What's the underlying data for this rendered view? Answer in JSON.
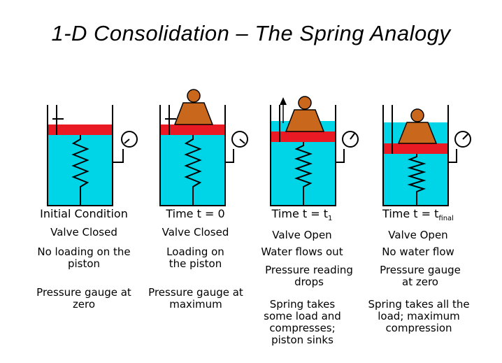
{
  "title": "1-D Consolidation – The Spring Analogy",
  "colors": {
    "water": "#00d5e8",
    "piston": "#ea1a24",
    "weight": "#c9681d",
    "outline": "#000000"
  },
  "panels": [
    {
      "heading": "Initial Condition",
      "valve": "Valve Closed",
      "loading": "No loading on the piston",
      "gauge": "Pressure gauge at zero",
      "spring": ""
    },
    {
      "heading": "Time t = 0",
      "valve": "Valve Closed",
      "loading": "Loading on the piston",
      "gauge": "Pressure gauge at maximum",
      "spring": ""
    },
    {
      "heading": "Time t = t",
      "heading_sub": "1",
      "valve": "Valve Open",
      "loading": "Water flows out",
      "gauge": "Pressure reading drops",
      "spring": "Spring takes some load and compresses; piston sinks"
    },
    {
      "heading": "Time t = t",
      "heading_sub": "final",
      "valve": "Valve Open",
      "loading": "No water flow",
      "gauge": "Pressure gauge at zero",
      "spring": "Spring takes all the load; maximum compression"
    }
  ]
}
